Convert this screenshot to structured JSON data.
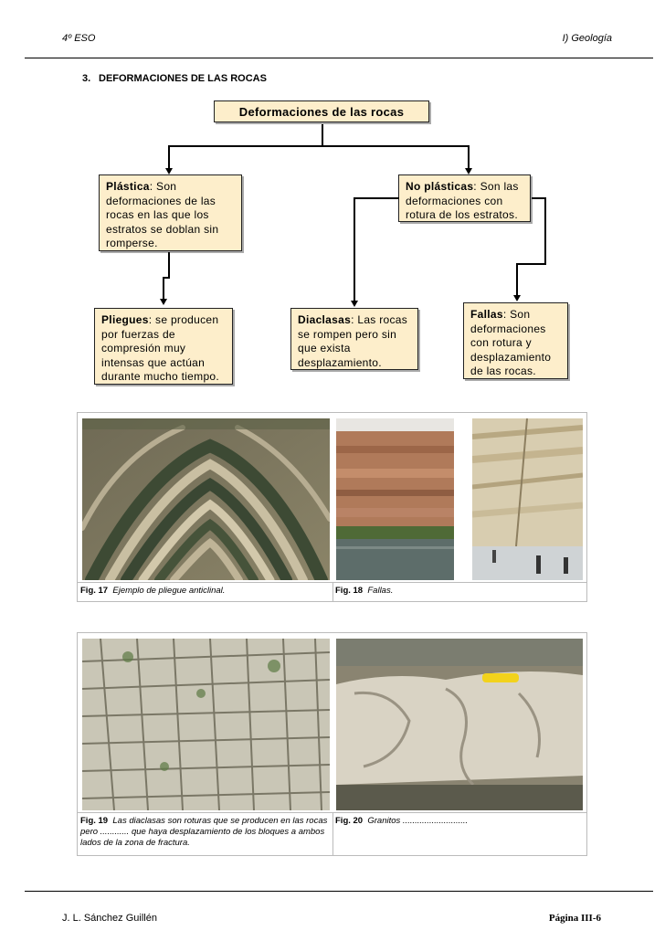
{
  "header": {
    "left": "4º ESO",
    "right": "I) Geología"
  },
  "section": {
    "number": "3.",
    "title": "DEFORMACIONES DE LAS ROCAS"
  },
  "diagram": {
    "root": "Deformaciones de las rocas",
    "plastica": {
      "term": "Plástica",
      "text": ": Son deformaciones de las rocas en las que los estratos se doblan sin romperse."
    },
    "no_plasticas": {
      "term": "No plásticas",
      "text": ": Son las deformaciones con rotura de los estratos."
    },
    "pliegues": {
      "term": "Pliegues",
      "text": ": se producen por fuerzas de compresión muy intensas que actúan durante mucho tiempo."
    },
    "diaclasas": {
      "term": "Diaclasas",
      "text": ": Las rocas se rompen pero sin que exista desplazamiento."
    },
    "fallas": {
      "term": "Fallas",
      "text": ": Son deformaciones con rotura y desplazamiento de las rocas."
    }
  },
  "figures": {
    "fig17": {
      "num": "Fig. 17",
      "text": "Ejemplo de pliegue anticlinal."
    },
    "fig18": {
      "num": "Fig. 18",
      "text": "Fallas."
    },
    "fig19": {
      "num": "Fig. 19",
      "text": "Las diaclasas son roturas que se producen en las rocas pero ............ que haya desplazamiento de los bloques a ambos lados de la zona de fractura."
    },
    "fig20": {
      "num": "Fig. 20",
      "text": "Granitos ..........................."
    }
  },
  "footer": {
    "left": "J. L. Sánchez Guillén",
    "right": "Página III-6"
  }
}
